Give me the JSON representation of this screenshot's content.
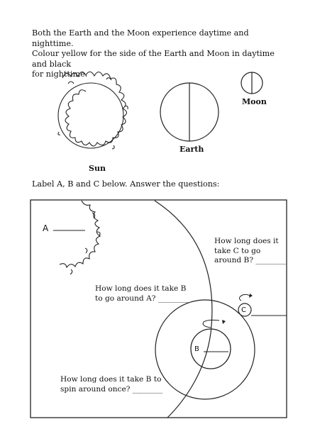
{
  "instructions": {
    "line1": "Both the Earth and the Moon experience daytime and nighttime.",
    "line2": "Colour yellow for the side of the Earth and Moon in daytime and black",
    "line3": "for nighttime."
  },
  "labels": {
    "sun": "Sun",
    "earth": "Earth",
    "moon": "Moon"
  },
  "section_heading": "Label A, B and C below. Answer the questions:",
  "diagram": {
    "label_a": "A",
    "label_b": "B",
    "label_c": "C",
    "question_c_line1": "How long does it",
    "question_c_line2": "take C to go",
    "question_c_line3": "around B? ________",
    "question_b_line1": "How long does it take B",
    "question_b_line2": "to go around A? ________",
    "question_spin_line1": "How long does it take B to",
    "question_spin_line2": "spin around once? ________"
  }
}
